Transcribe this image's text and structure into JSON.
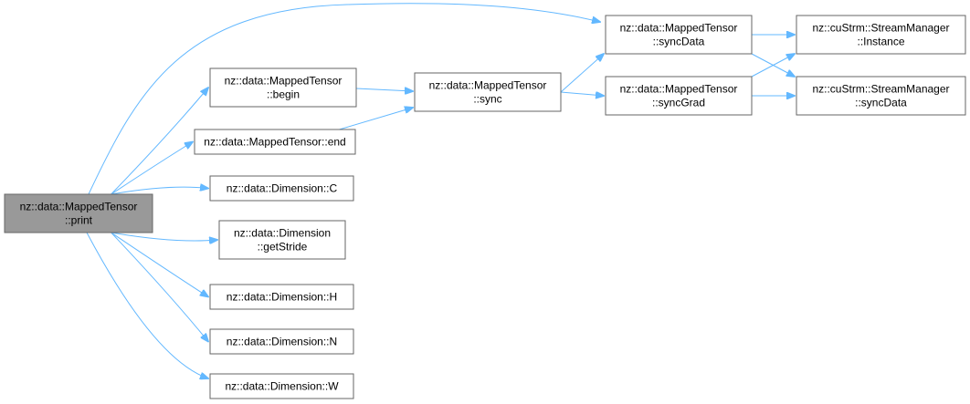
{
  "graph": {
    "root": "print",
    "nodes": [
      {
        "id": "print",
        "lines": [
          "nz::data::MappedTensor",
          "::print"
        ],
        "kind": "root"
      },
      {
        "id": "begin",
        "lines": [
          "nz::data::MappedTensor",
          "::begin"
        ]
      },
      {
        "id": "end",
        "lines": [
          "nz::data::MappedTensor::end"
        ]
      },
      {
        "id": "C",
        "lines": [
          "nz::data::Dimension::C"
        ]
      },
      {
        "id": "getStride",
        "lines": [
          "nz::data::Dimension",
          "::getStride"
        ]
      },
      {
        "id": "H",
        "lines": [
          "nz::data::Dimension::H"
        ]
      },
      {
        "id": "N",
        "lines": [
          "nz::data::Dimension::N"
        ]
      },
      {
        "id": "W",
        "lines": [
          "nz::data::Dimension::W"
        ]
      },
      {
        "id": "sync",
        "lines": [
          "nz::data::MappedTensor",
          "::sync"
        ]
      },
      {
        "id": "syncData",
        "lines": [
          "nz::data::MappedTensor",
          "::syncData"
        ]
      },
      {
        "id": "syncGrad",
        "lines": [
          "nz::data::MappedTensor",
          "::syncGrad"
        ]
      },
      {
        "id": "instance",
        "lines": [
          "nz::cuStrm::StreamManager",
          "::Instance"
        ]
      },
      {
        "id": "smSyncData",
        "lines": [
          "nz::cuStrm::StreamManager",
          "::syncData"
        ]
      }
    ],
    "edges": [
      {
        "from": "print",
        "to": "syncData"
      },
      {
        "from": "print",
        "to": "begin"
      },
      {
        "from": "print",
        "to": "end"
      },
      {
        "from": "print",
        "to": "C"
      },
      {
        "from": "print",
        "to": "getStride"
      },
      {
        "from": "print",
        "to": "H"
      },
      {
        "from": "print",
        "to": "N"
      },
      {
        "from": "print",
        "to": "W"
      },
      {
        "from": "begin",
        "to": "sync"
      },
      {
        "from": "end",
        "to": "sync"
      },
      {
        "from": "sync",
        "to": "syncData"
      },
      {
        "from": "sync",
        "to": "syncGrad"
      },
      {
        "from": "syncData",
        "to": "instance"
      },
      {
        "from": "syncData",
        "to": "smSyncData"
      },
      {
        "from": "syncGrad",
        "to": "instance"
      },
      {
        "from": "syncGrad",
        "to": "smSyncData"
      }
    ]
  }
}
